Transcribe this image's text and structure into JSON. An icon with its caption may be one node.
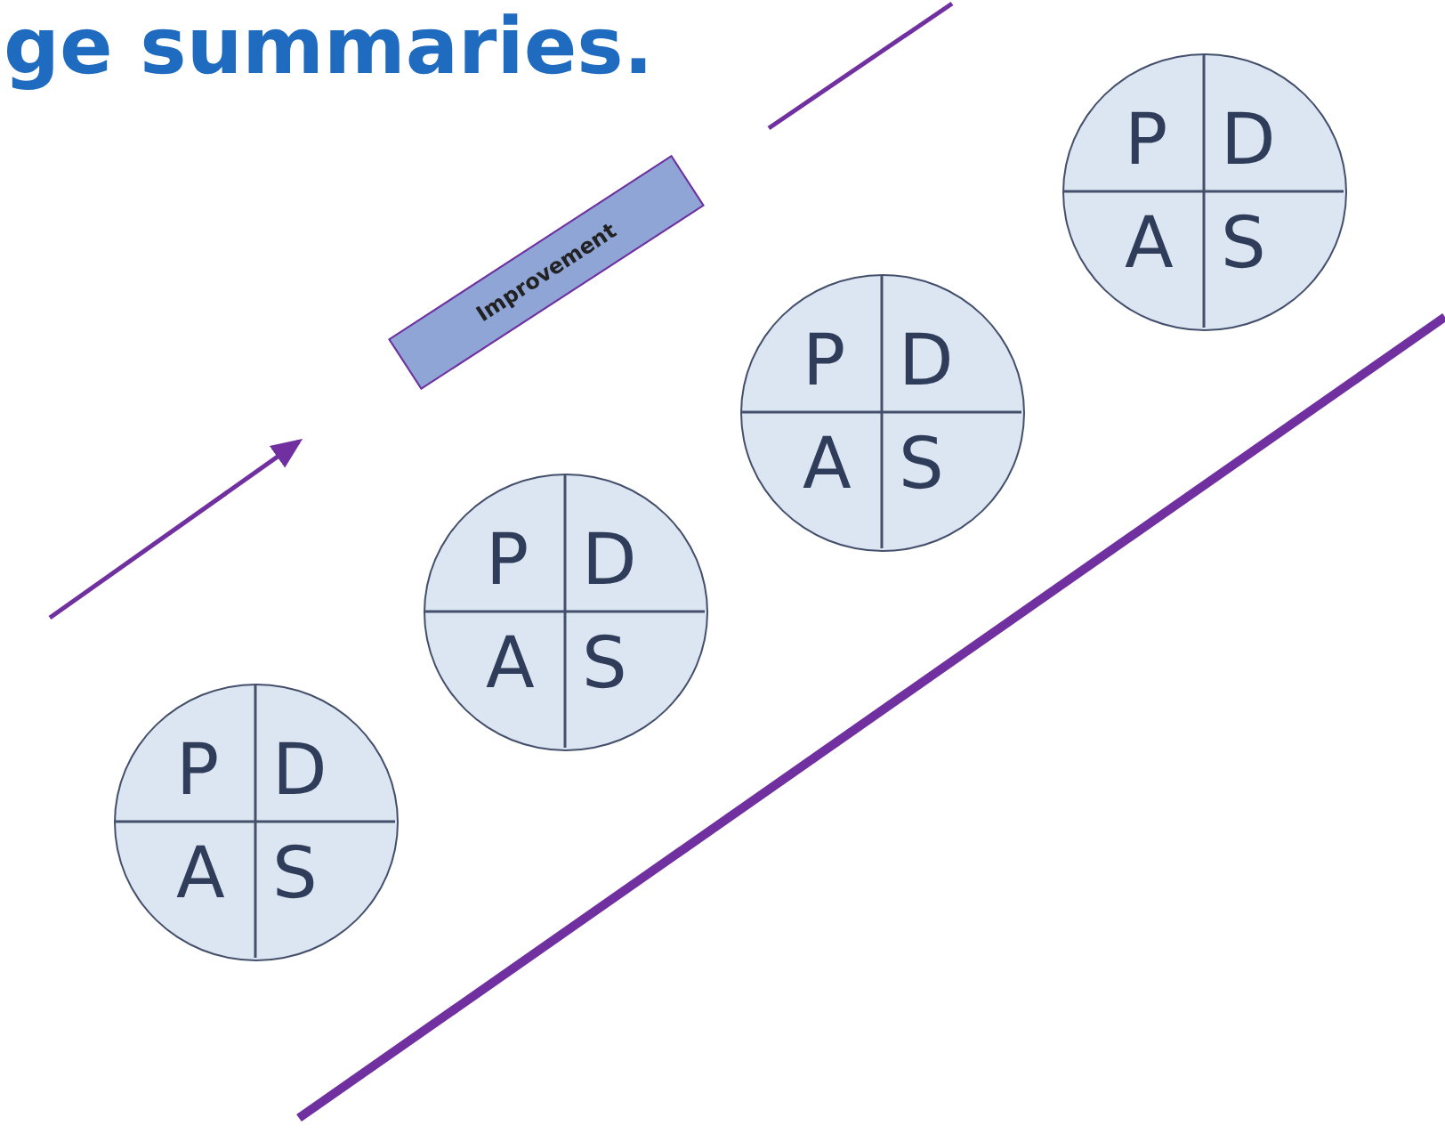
{
  "diagram": {
    "title": "ge summaries.",
    "nodes": [
      {
        "text": [
          "P",
          "D",
          "A",
          "S"
        ]
      },
      {
        "text": [
          "P",
          "D",
          "A",
          "S"
        ]
      },
      {
        "text": [
          "Improvement"
        ]
      },
      {
        "text": [
          "P",
          "D",
          "A",
          "S"
        ]
      },
      {
        "text": [
          "P",
          "D",
          "A",
          "S"
        ]
      }
    ]
  }
}
